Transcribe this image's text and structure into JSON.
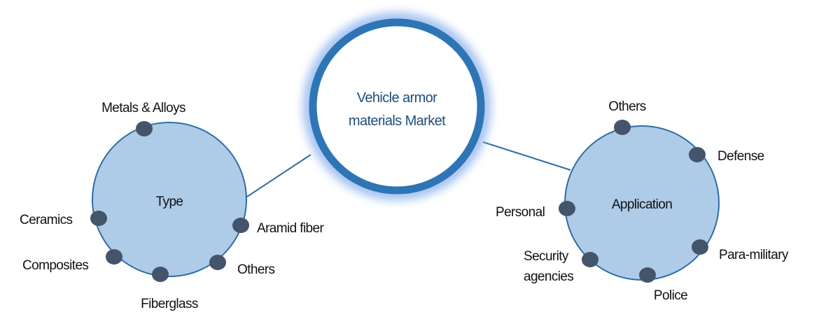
{
  "colors": {
    "ring": "#2e75b6",
    "node_fill": "#aecbe8",
    "node_stroke": "#2e6da4",
    "dot": "#44546a",
    "center_text": "#1f4e79"
  },
  "center": {
    "line1": "Vehicle armor",
    "line2": "materials  Market"
  },
  "type_node": {
    "title": "Type",
    "items": [
      "Metals & Alloys",
      "Ceramics",
      "Composites",
      "Fiberglass",
      "Others",
      "Aramid fiber"
    ]
  },
  "application_node": {
    "title": "Application",
    "items": [
      "Others",
      "Defense",
      "Personal",
      "Security",
      "agencies",
      "Police",
      "Para-military"
    ]
  }
}
